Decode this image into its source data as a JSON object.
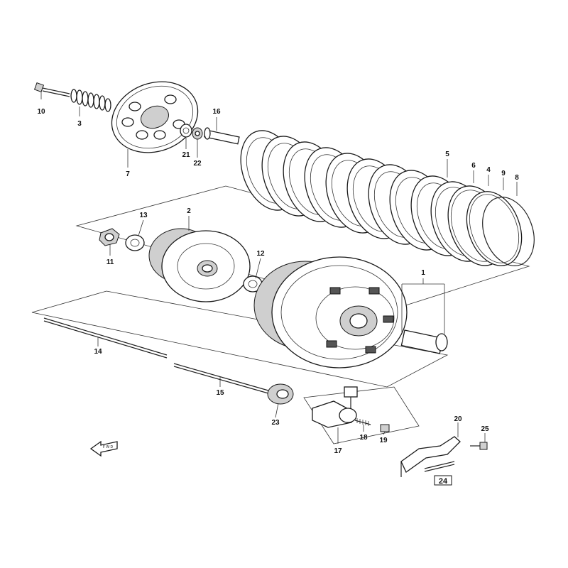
{
  "diagram": {
    "callouts": [
      {
        "id": "c10",
        "label": "10"
      },
      {
        "id": "c3",
        "label": "3"
      },
      {
        "id": "c7",
        "label": "7"
      },
      {
        "id": "c16",
        "label": "16"
      },
      {
        "id": "c21",
        "label": "21"
      },
      {
        "id": "c22",
        "label": "22"
      },
      {
        "id": "c5",
        "label": "5"
      },
      {
        "id": "c6",
        "label": "6"
      },
      {
        "id": "c4",
        "label": "4"
      },
      {
        "id": "c9",
        "label": "9"
      },
      {
        "id": "c8",
        "label": "8"
      },
      {
        "id": "c13",
        "label": "13"
      },
      {
        "id": "c2",
        "label": "2"
      },
      {
        "id": "c11",
        "label": "11"
      },
      {
        "id": "c12",
        "label": "12"
      },
      {
        "id": "c1",
        "label": "1"
      },
      {
        "id": "c14",
        "label": "14"
      },
      {
        "id": "c15",
        "label": "15"
      },
      {
        "id": "c23",
        "label": "23"
      },
      {
        "id": "c17",
        "label": "17"
      },
      {
        "id": "c18",
        "label": "18"
      },
      {
        "id": "c19",
        "label": "19"
      },
      {
        "id": "c20",
        "label": "20"
      },
      {
        "id": "c25",
        "label": "25"
      },
      {
        "id": "c24",
        "label": "24"
      }
    ],
    "direction_arrow_label": "F W D"
  }
}
